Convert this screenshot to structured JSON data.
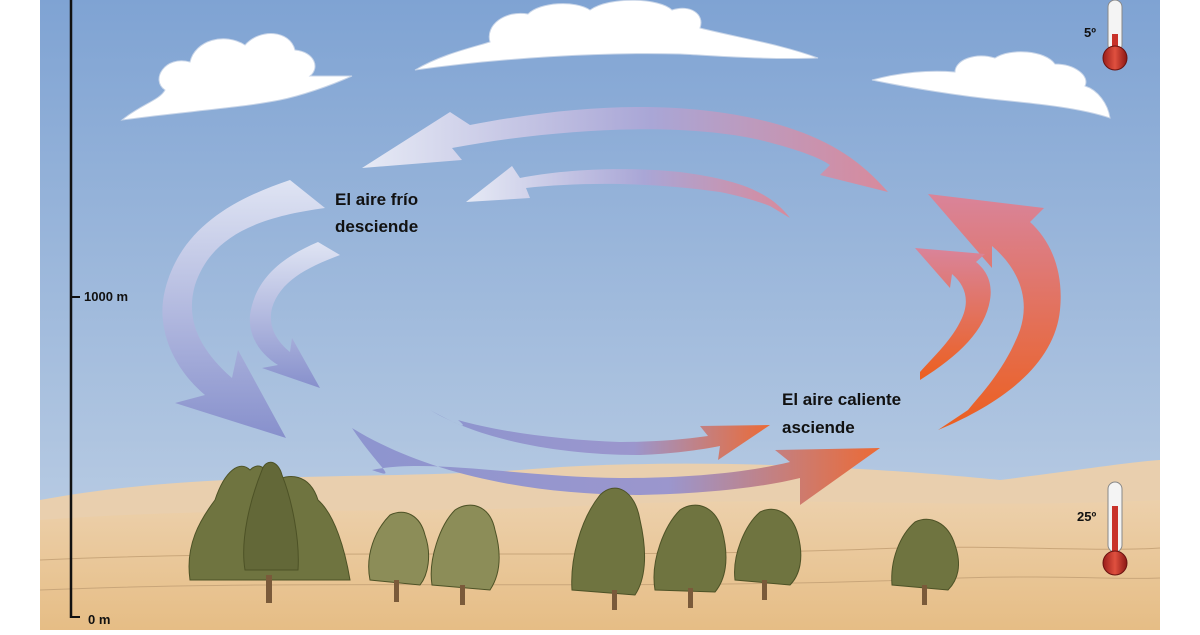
{
  "labels": {
    "cold_air_line1": "El aire frío",
    "cold_air_line2": "desciende",
    "warm_air_line1": "El aire caliente",
    "warm_air_line2": "asciende"
  },
  "altitude": {
    "top": "1000 m",
    "bottom": "0 m"
  },
  "temperatures": {
    "high_altitude": "5º",
    "ground": "25º"
  },
  "colors": {
    "sky_top": "#7fa3d3",
    "sky_bottom": "#bcd0e6",
    "sand": "#e6c08e",
    "cold_arrow": "#8d96cf",
    "warm_arrow": "#e8622a",
    "tree": "#6f7440"
  }
}
